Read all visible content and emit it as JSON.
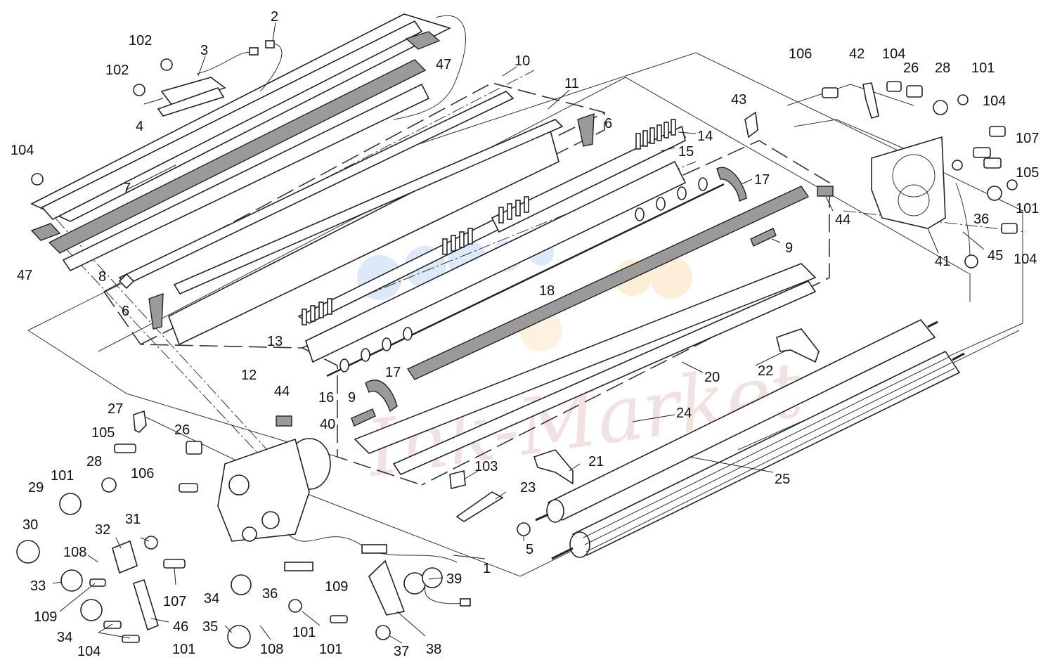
{
  "watermark": "Ink-Market",
  "callouts": [
    {
      "id": "c2",
      "text": "2"
    },
    {
      "id": "c3",
      "text": "3"
    },
    {
      "id": "c102a",
      "text": "102"
    },
    {
      "id": "c102b",
      "text": "102"
    },
    {
      "id": "c4",
      "text": "4"
    },
    {
      "id": "c47a",
      "text": "47"
    },
    {
      "id": "c10",
      "text": "10"
    },
    {
      "id": "c11",
      "text": "11"
    },
    {
      "id": "c6a",
      "text": "6"
    },
    {
      "id": "c14",
      "text": "14"
    },
    {
      "id": "c15",
      "text": "15"
    },
    {
      "id": "c104a",
      "text": "104"
    },
    {
      "id": "c7",
      "text": "7"
    },
    {
      "id": "c47b",
      "text": "47"
    },
    {
      "id": "c8",
      "text": "8"
    },
    {
      "id": "c6b",
      "text": "6"
    },
    {
      "id": "c13",
      "text": "13"
    },
    {
      "id": "c12",
      "text": "12"
    },
    {
      "id": "c18",
      "text": "18"
    },
    {
      "id": "c17a",
      "text": "17"
    },
    {
      "id": "c9a",
      "text": "9"
    },
    {
      "id": "c44a",
      "text": "44"
    },
    {
      "id": "c106a",
      "text": "106"
    },
    {
      "id": "c42",
      "text": "42"
    },
    {
      "id": "c104b",
      "text": "104"
    },
    {
      "id": "c26a",
      "text": "26"
    },
    {
      "id": "c28a",
      "text": "28"
    },
    {
      "id": "c101a",
      "text": "101"
    },
    {
      "id": "c43",
      "text": "43"
    },
    {
      "id": "c104c",
      "text": "104"
    },
    {
      "id": "c107a",
      "text": "107"
    },
    {
      "id": "c105a",
      "text": "105"
    },
    {
      "id": "c101b",
      "text": "101"
    },
    {
      "id": "c36a",
      "text": "36"
    },
    {
      "id": "c41",
      "text": "41"
    },
    {
      "id": "c45",
      "text": "45"
    },
    {
      "id": "c104d",
      "text": "104"
    },
    {
      "id": "c22",
      "text": "22"
    },
    {
      "id": "c20",
      "text": "20"
    },
    {
      "id": "c24",
      "text": "24"
    },
    {
      "id": "c25",
      "text": "25"
    },
    {
      "id": "c17b",
      "text": "17"
    },
    {
      "id": "c16",
      "text": "16"
    },
    {
      "id": "c9b",
      "text": "9"
    },
    {
      "id": "c44b",
      "text": "44"
    },
    {
      "id": "c40",
      "text": "40"
    },
    {
      "id": "c21",
      "text": "21"
    },
    {
      "id": "c103",
      "text": "103"
    },
    {
      "id": "c23",
      "text": "23"
    },
    {
      "id": "c27",
      "text": "27"
    },
    {
      "id": "c105b",
      "text": "105"
    },
    {
      "id": "c26b",
      "text": "26"
    },
    {
      "id": "c101c",
      "text": "101"
    },
    {
      "id": "c28b",
      "text": "28"
    },
    {
      "id": "c106b",
      "text": "106"
    },
    {
      "id": "c29",
      "text": "29"
    },
    {
      "id": "c30",
      "text": "30"
    },
    {
      "id": "c32",
      "text": "32"
    },
    {
      "id": "c31",
      "text": "31"
    },
    {
      "id": "c108a",
      "text": "108"
    },
    {
      "id": "c33",
      "text": "33"
    },
    {
      "id": "c107b",
      "text": "107"
    },
    {
      "id": "c109a",
      "text": "109"
    },
    {
      "id": "c34a",
      "text": "34"
    },
    {
      "id": "c34b",
      "text": "34"
    },
    {
      "id": "c104e",
      "text": "104"
    },
    {
      "id": "c46",
      "text": "46"
    },
    {
      "id": "c35",
      "text": "35"
    },
    {
      "id": "c101d",
      "text": "101"
    },
    {
      "id": "c108b",
      "text": "108"
    },
    {
      "id": "c101e",
      "text": "101"
    },
    {
      "id": "c36b",
      "text": "36"
    },
    {
      "id": "c109b",
      "text": "109"
    },
    {
      "id": "c101f",
      "text": "101"
    },
    {
      "id": "c37",
      "text": "37"
    },
    {
      "id": "c38",
      "text": "38"
    },
    {
      "id": "c39",
      "text": "39"
    },
    {
      "id": "c1",
      "text": "1"
    },
    {
      "id": "c5",
      "text": "5"
    }
  ]
}
